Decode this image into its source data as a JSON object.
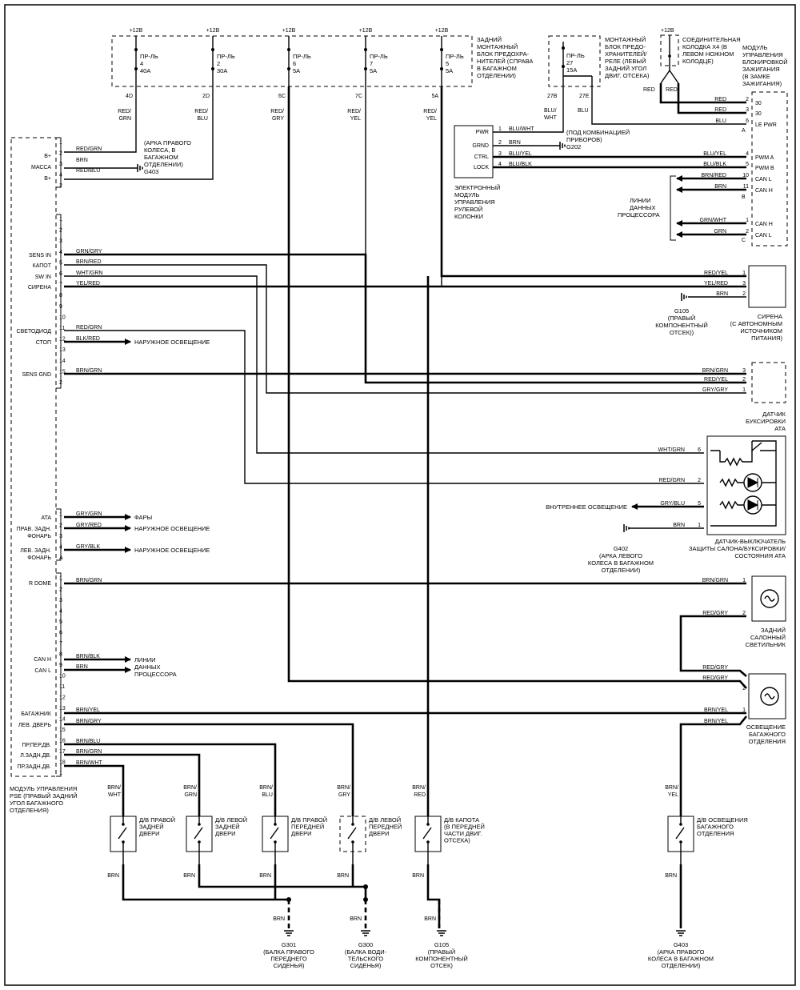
{
  "fuse_top": {
    "labels": [
      "+12В",
      "+12В",
      "+12В",
      "+12В",
      "+12В"
    ],
    "fuses": [
      {
        "name": "ПР-ЛЬ",
        "num": "4",
        "amp": "40А",
        "pin": "4D",
        "wire": [
          "RED/",
          "GRN"
        ]
      },
      {
        "name": "ПР-ЛЬ",
        "num": "2",
        "amp": "30А",
        "pin": "2D",
        "wire": [
          "RED/",
          "BLU"
        ]
      },
      {
        "name": "ПР-ЛЬ",
        "num": "6",
        "amp": "5А",
        "pin": "6C",
        "wire": [
          "RED/",
          "GRY"
        ]
      },
      {
        "name": "ПР-ЛЬ",
        "num": "7",
        "amp": "5А",
        "pin": "7C",
        "wire": [
          "RED/",
          "YEL"
        ]
      },
      {
        "name": "ПР-ЛЬ",
        "num": "5",
        "amp": "5А",
        "pin": "5A",
        "wire": [
          "RED/",
          "YEL"
        ]
      }
    ],
    "caption": [
      "ЗАДНИЙ",
      "МОНТАЖНЫЙ",
      "БЛОК ПРЕДОХРА-",
      "НИТЕЛЕЙ (СПРАВА",
      "В БАГАЖНОМ",
      "ОТДЕЛЕНИИ)"
    ]
  },
  "fuse_left": {
    "fuse": {
      "name": "ПР-ЛЬ",
      "num": "27",
      "amp": "15А"
    },
    "pins": [
      "27B",
      "27E"
    ],
    "wires": [
      [
        "BLU/",
        "WHT"
      ],
      [
        "BLU"
      ]
    ],
    "caption": [
      "МОНТАЖНЫЙ",
      "БЛОК ПРЕДО-",
      "ХРАНИТЕЛЕЙ/",
      "РЕЛЕ (ЛЕВЫЙ",
      "ЗАДНИЙ УГОЛ",
      "ДВИГ. ОТСЕКА)"
    ]
  },
  "connector_x4": {
    "plus": "+12В",
    "caption": [
      "СОЕДИНИТЕЛЬНАЯ",
      "КОЛОДКА X4 (В",
      "ЛЕВОМ НОЖНОМ",
      "КОЛОДЦЕ)"
    ],
    "wires": [
      "RED",
      "RED"
    ]
  },
  "immobilizer": {
    "caption": [
      "МОДУЛЬ",
      "УПРАВЛЕНИЯ",
      "БЛОКИРОВКОЙ",
      "ЗАЖИГАНИЯ",
      "(В ЗАМКЕ",
      "ЗАЖИГАНИЯ)"
    ],
    "rows": [
      {
        "wire": "RED",
        "pin": "2",
        "label": "30"
      },
      {
        "wire": "RED",
        "pin": "3",
        "label": "30"
      },
      {
        "wire": "BLU",
        "pin": "6",
        "label": "LE PWR"
      },
      {
        "wire": "BLU/YEL",
        "pin": "4",
        "label": "PWM A"
      },
      {
        "wire": "BLU/BLK",
        "pin": "5",
        "label": "PWM B"
      },
      {
        "wire": "BRN/RED",
        "pin": "10",
        "label": "CAN L"
      },
      {
        "wire": "BRN",
        "pin": "11",
        "label": "CAN H"
      },
      {
        "wire": "GRN/WHT",
        "pin": "1",
        "label": "CAN H"
      },
      {
        "wire": "GRN",
        "pin": "2",
        "label": "CAN L"
      }
    ],
    "letters": [
      "A",
      "B",
      "C"
    ]
  },
  "steering": {
    "caption": [
      "ЭЛЕКТРОННЫЙ",
      "МОДУЛЬ",
      "УПРАВЛЕНИЯ",
      "РУЛЕВОЙ",
      "КОЛОНКИ"
    ],
    "rows": [
      {
        "label": "PWR",
        "pin": "1",
        "wire": "BLU/WHT"
      },
      {
        "label": "GRND",
        "pin": "2",
        "wire": "BRN"
      },
      {
        "label": "CTRL",
        "pin": "3",
        "wire": "BLU/YEL"
      },
      {
        "label": "LOCK",
        "pin": "4",
        "wire": "BLU/BLK"
      }
    ],
    "ground": [
      "G202"
    ],
    "ground_note": [
      "(ПОД КОМБИНАЦИЕЙ",
      "ПРИБОРОВ)"
    ],
    "data_lines": [
      "ЛИНИИ",
      "ДАННЫХ",
      "ПРОЦЕССОРА"
    ]
  },
  "pse_module": {
    "caption": [
      "МОДУЛЬ УПРАВЛЕНИЯ",
      "PSE (ПРАВЫЙ ЗАДНИЙ",
      "УГОЛ БАГАЖНОГО",
      "ОТДЕЛЕНИЯ)"
    ],
    "conn1": {
      "labels": [
        "B+",
        "МАССА",
        "B+"
      ],
      "wires": [
        "RED/GRN",
        "BRN",
        "RED/BLU"
      ],
      "pins": [
        "1",
        "2",
        "3",
        "4",
        "2"
      ],
      "ground": "G403",
      "note": [
        "(АРКА ПРАВОГО",
        "КОЛЕСА, В",
        "БАГАЖНОМ",
        "ОТДЕЛЕНИИ)"
      ]
    },
    "conn2": {
      "labels": [
        "SENS IN",
        "КАПОТ",
        "SW IN",
        "СИРЕНА",
        "СВЕТОДИОД",
        "СТОП",
        "SENS GND"
      ],
      "wires": [
        "GRN/GRY",
        "BRN/RED",
        "WHT/GRN",
        "YEL/RED",
        "RED/GRN",
        "BLK/RED",
        "BRN/GRN"
      ],
      "pins": [
        "1",
        "2",
        "3",
        "4",
        "5",
        "6",
        "7",
        "8",
        "9",
        "10",
        "11",
        "12",
        "13",
        "14",
        "15",
        "2"
      ],
      "stop_target": "НАРУЖНОЕ ОСВЕЩЕНИЕ"
    },
    "conn3": {
      "labels": [
        "ATA",
        "ПРАВ. ЗАДН.",
        "ФОНАРЬ",
        "ЛЕВ. ЗАДН.",
        "ФОНАРЬ"
      ],
      "wires": [
        "GRY/GRN",
        "GRY/RED",
        "GRY/BLK"
      ],
      "targets": [
        "ФАРЫ",
        "НАРУЖНОЕ ОСВЕЩЕНИЕ",
        "НАРУЖНОЕ ОСВЕЩЕНИЕ"
      ],
      "pins": [
        "1",
        "2",
        "3",
        "4",
        "A"
      ]
    },
    "conn4": {
      "labels": [
        "R DOME",
        "CAN H",
        "CAN L",
        "БАГАЖНИК",
        "ЛЕВ. ДВЕРЬ",
        "ПР.ПЕР.ДВ.",
        "Л.ЗАДН.ДВ.",
        "ПР.ЗАДН.ДВ."
      ],
      "wires": [
        "BRN/GRN",
        "BRN/BLK",
        "BRN",
        "BRN/YEL",
        "BRN/GRY",
        "BRN/BLU",
        "BRN/GRN",
        "BRN/WHT"
      ],
      "pins": [
        "1",
        "2",
        "3",
        "4",
        "5",
        "6",
        "7",
        "8",
        "9",
        "10",
        "11",
        "12",
        "13",
        "14",
        "15",
        "16",
        "17",
        "18",
        "1"
      ],
      "can_target": [
        "ЛИНИИ",
        "ДАННЫХ",
        "ПРОЦЕССОРА"
      ]
    }
  },
  "siren": {
    "rows": [
      {
        "wire": "RED/YEL",
        "pin": "1"
      },
      {
        "wire": "YEL/RED",
        "pin": "3"
      },
      {
        "wire": "BRN",
        "pin": "2"
      }
    ],
    "caption": [
      "СИРЕНА",
      "(С АВТОНОМНЫМ",
      "ИСТОЧНИКОМ",
      "ПИТАНИЯ)"
    ],
    "ground": [
      "G105",
      "(ПРАВЫЙ",
      "КОМПОНЕНТНЫЙ",
      "ОТСЕК))"
    ]
  },
  "tow_sensor": {
    "rows": [
      {
        "wire": "BRN/GRN",
        "pin": "3"
      },
      {
        "wire": "RED/YEL",
        "pin": "2"
      },
      {
        "wire": "GRY/GRY",
        "pin": "1"
      }
    ],
    "caption": [
      "ДАТЧИК",
      "БУКСИРОВКИ",
      "АТА"
    ]
  },
  "interior_sensor": {
    "rows": [
      {
        "wire": "WHT/GRN",
        "pin": "6"
      },
      {
        "wire": "RED/GRN",
        "pin": "2"
      },
      {
        "wire": "GRY/BLU",
        "pin": "5"
      },
      {
        "wire": "BRN",
        "pin": "1"
      }
    ],
    "interior_light": "ВНУТРЕННЕЕ ОСВЕЩЕНИЕ",
    "ground": [
      "G402",
      "(АРКА ЛЕВОГО",
      "КОЛЕСА В БАГАЖНОМ",
      "ОТДЕЛЕНИИ)"
    ],
    "caption": [
      "ДАТЧИК-ВЫКЛЮЧАТЕЛЬ",
      "ЗАЩИТЫ САЛОНА/БУКСИРОВКИ/",
      "СОСТОЯНИЯ АТА"
    ]
  },
  "rear_dome": {
    "rows": [
      {
        "wire": "BRN/GRN",
        "pin": "1"
      },
      {
        "wire": "RED/GRY",
        "pin": "2"
      }
    ],
    "caption": [
      "ЗАДНИЙ",
      "САЛОННЫЙ",
      "СВЕТИЛЬНИК"
    ]
  },
  "trunk_light": {
    "rows": [
      {
        "wire": "RED/GRY"
      },
      {
        "wire": "RED/GRY",
        "pin": "2"
      },
      {
        "wire": "BRN/YEL",
        "pin": "1"
      },
      {
        "wire": "BRN/YEL"
      }
    ],
    "caption": [
      "ОСВЕЩЕНИЕ",
      "БАГАЖНОГО",
      "ОТДЕЛЕНИЯ"
    ]
  },
  "switches": [
    {
      "wire": [
        "BRN/",
        "WHT"
      ],
      "caption": [
        "Д/В ПРАВОЙ",
        "ЗАДНЕЙ",
        "ДВЕРИ"
      ]
    },
    {
      "wire": [
        "BRN/",
        "GRN"
      ],
      "caption": [
        "Д/В ЛЕВОЙ",
        "ЗАДНЕЙ",
        "ДВЕРИ"
      ]
    },
    {
      "wire": [
        "BRN/",
        "BLU"
      ],
      "caption": [
        "Д/В ПРАВОЙ",
        "ПЕРЕДНЕЙ",
        "ДВЕРИ"
      ]
    },
    {
      "wire": [
        "BRN/",
        "GRY"
      ],
      "caption": [
        "Д/В ЛЕВОЙ",
        "ПЕРЕДНЕЙ",
        "ДВЕРИ"
      ]
    },
    {
      "wire": [
        "BRN/",
        "RED"
      ],
      "caption": [
        "Д/В КАПОТА",
        "(В ПЕРЕДНЕЙ",
        "ЧАСТИ ДВИГ.",
        "ОТСЕКА)"
      ]
    },
    {
      "wire": [
        "BRN/",
        "YEL"
      ],
      "caption": [
        "Д/В ОСВЕЩЕНИЯ",
        "БАГАЖНОГО",
        "ОТДЕЛЕНИЯ"
      ]
    }
  ],
  "brn": "BRN",
  "grounds_bottom": [
    {
      "name": "G301",
      "caption": [
        "(БАЛКА ПРАВОГО",
        "ПЕРЕДНЕГО",
        "СИДЕНЬЯ)"
      ]
    },
    {
      "name": "G300",
      "caption": [
        "(БАЛКА ВОДИ-",
        "ТЕЛЬСКОГО",
        "СИДЕНЬЯ)"
      ]
    },
    {
      "name": "G105",
      "caption": [
        "(ПРАВЫЙ",
        "КОМПОНЕНТНЫЙ",
        "ОТСЕК)"
      ]
    },
    {
      "name": "G403",
      "caption": [
        "(АРКА ПРАВОГО",
        "КОЛЕСА В БАГАЖНОМ",
        "ОТДЕЛЕНИИ)"
      ]
    }
  ]
}
